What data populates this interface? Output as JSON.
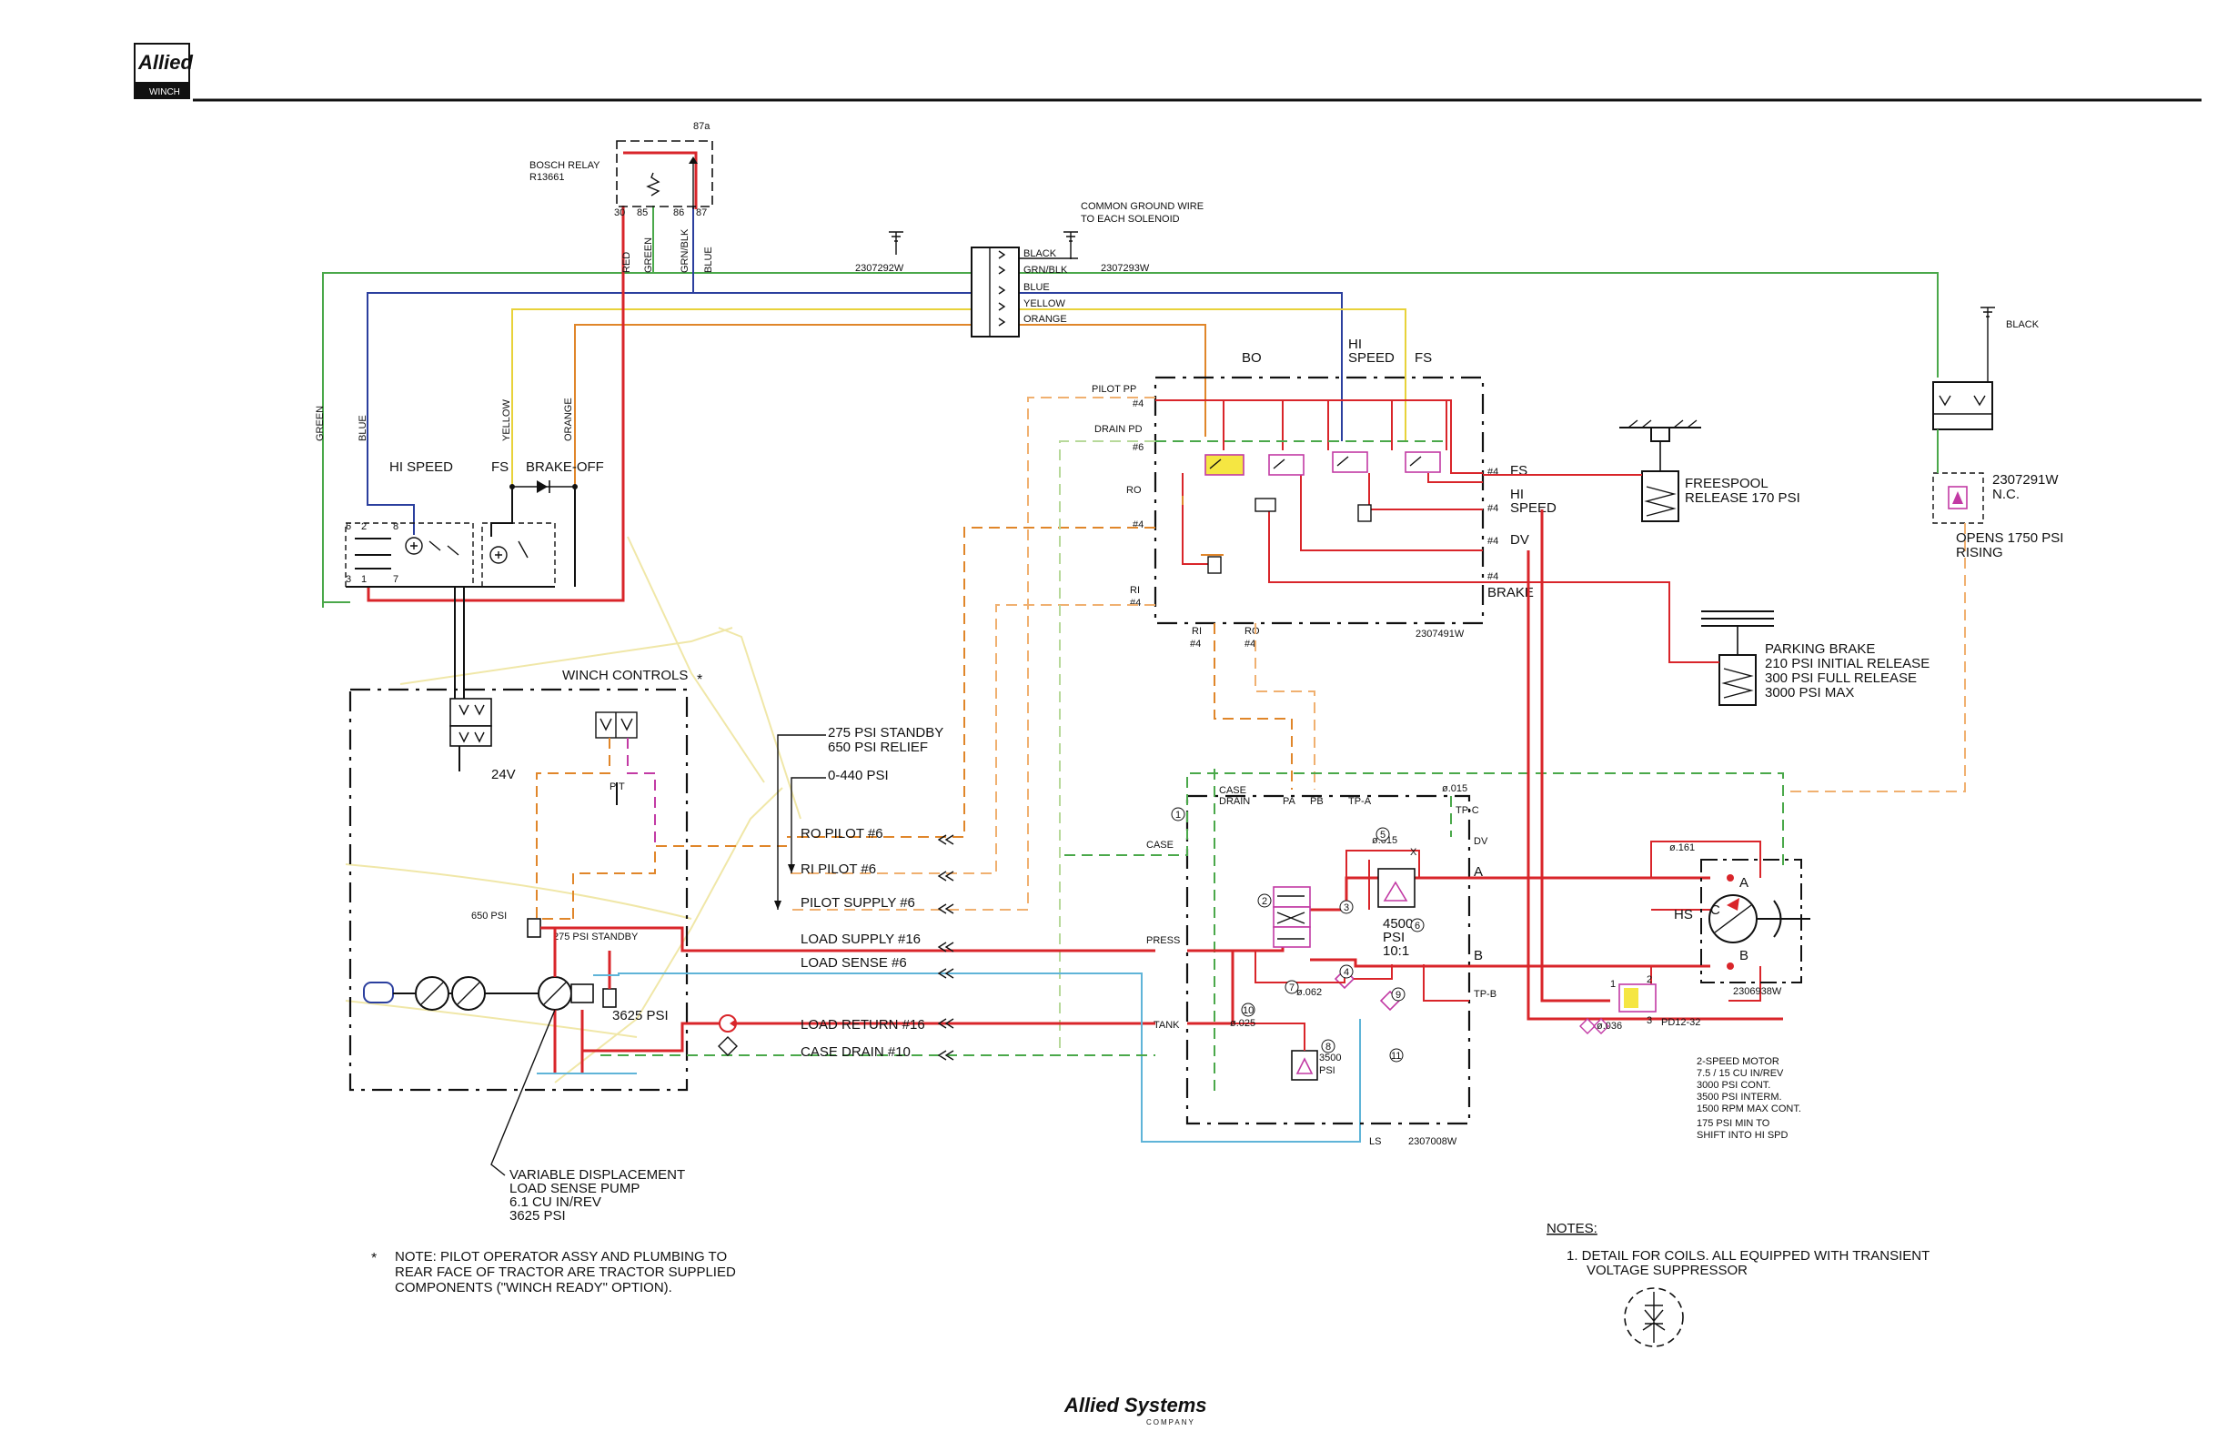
{
  "colors": {
    "red": "#d9252a",
    "green": "#4aa84a",
    "blue": "#2b3f9e",
    "yellow": "#e8d23a",
    "orange": "#e0862a",
    "pink": "#c23aa4",
    "cyan": "#5fb4d8",
    "black": "#111111"
  },
  "header": {
    "logo_text": "Allied",
    "logo_sub": "WINCH"
  },
  "footer": {
    "logo_text": "Allied Systems",
    "logo_sub": "COMPANY"
  },
  "relay": {
    "title": "BOSCH RELAY",
    "part": "R13661",
    "pin_87a": "87a",
    "pins": [
      "30",
      "85",
      "86",
      "87"
    ],
    "wires": [
      "RED",
      "GREEN",
      "GRN/BLK",
      "BLUE"
    ]
  },
  "connector": {
    "left_part": "2307292W",
    "right_part": "2307293W",
    "wires": [
      "BLACK",
      "GRN/BLK",
      "BLUE",
      "YELLOW",
      "ORANGE"
    ],
    "ground_note": [
      "COMMON GROUND WIRE",
      "TO EACH SOLENOID"
    ]
  },
  "switch_panel": {
    "wire_labels": [
      "GREEN",
      "BLUE",
      "YELLOW",
      "ORANGE"
    ],
    "labels": [
      "HI SPEED",
      "FS",
      "BRAKE-OFF"
    ],
    "pins": [
      "6",
      "2",
      "8",
      "3",
      "1",
      "7"
    ]
  },
  "valve_block": {
    "part": "2307491W",
    "top_labels": [
      "BO",
      "HI",
      "SPEED",
      "FS"
    ],
    "left_labels": [
      "PILOT PP",
      "#4",
      "DRAIN PD",
      "#6",
      "RO",
      "#4",
      "RI",
      "#4"
    ],
    "bottom_labels": [
      "RI",
      "#4",
      "RO",
      "#4"
    ],
    "right_ports": [
      "#4",
      "FS",
      "#4",
      "HI",
      "SPEED",
      "#4",
      "DV",
      "#4",
      "BRAKE"
    ]
  },
  "freespool": {
    "line1": "FREESPOOL",
    "line2": "RELEASE 170 PSI"
  },
  "parking_brake": {
    "lines": [
      "PARKING BRAKE",
      "210 PSI INITIAL RELEASE",
      "300 PSI FULL RELEASE",
      "3000 PSI MAX"
    ]
  },
  "pressure_switch": {
    "ground": "BLACK",
    "part": "2307291W",
    "state": "N.C.",
    "note1": "OPENS 1750 PSI",
    "note2": "RISING"
  },
  "winch_controls": {
    "title": "WINCH CONTROLS",
    "star": "*",
    "voltage": "24V",
    "pt": "P T"
  },
  "pump_notes": {
    "standby": "275 PSI STANDBY",
    "relief": "650 PSI RELIEF",
    "range": "0-440 PSI"
  },
  "pump": {
    "relief_650": "650 PSI",
    "standby": "275 PSI STANDBY",
    "max": "3625 PSI",
    "label": [
      "VARIABLE DISPLACEMENT",
      "LOAD SENSE PUMP",
      "6.1 CU IN/REV",
      "3625 PSI"
    ]
  },
  "hose_lines": [
    "RO PILOT #6",
    "RI PILOT #6",
    "PILOT SUPPLY #6",
    "LOAD SUPPLY #16",
    "LOAD SENSE #6",
    "LOAD RETURN #16",
    "CASE DRAIN #10"
  ],
  "main_valve": {
    "part": "2307008W",
    "top_ports": [
      "CASE",
      "DRAIN",
      "PA",
      "PB",
      "TP-A",
      "ø.015",
      "TP-C"
    ],
    "left_ports": [
      "CASE",
      "PRESS",
      "TANK"
    ],
    "right_ports": [
      "DV",
      "A",
      "B",
      "TP-B"
    ],
    "inner": [
      "ø.015",
      "X",
      "4500",
      "PSI",
      "10:1",
      "ø.062",
      "ø.025",
      "3500",
      "PSI"
    ],
    "bottom": "LS",
    "circles": [
      "1",
      "2",
      "3",
      "4",
      "5",
      "6",
      "7",
      "8",
      "9",
      "10",
      "11"
    ]
  },
  "motor": {
    "part": "2306938W",
    "orifice": "ø.161",
    "hs": "HS",
    "ports": [
      "A",
      "B",
      "C"
    ],
    "pd": "PD12-32",
    "pd_orifice": "ø.036",
    "pd_ports": [
      "1",
      "2",
      "3"
    ],
    "spec": [
      "2-SPEED MOTOR",
      "7.5 / 15 CU IN/REV",
      "3000 PSI CONT.",
      "3500 PSI INTERM.",
      "1500 RPM MAX CONT.",
      "175 PSI MIN TO",
      "SHIFT INTO HI SPD"
    ]
  },
  "note_star": {
    "star": "*",
    "lines": [
      "NOTE: PILOT OPERATOR ASSY AND PLUMBING TO",
      "REAR FACE OF TRACTOR ARE TRACTOR SUPPLIED",
      "COMPONENTS (\"WINCH READY\" OPTION)."
    ]
  },
  "notes": {
    "title": "NOTES:",
    "line1": "1. DETAIL FOR COILS. ALL EQUIPPED WITH TRANSIENT",
    "line2": "VOLTAGE SUPPRESSOR"
  }
}
